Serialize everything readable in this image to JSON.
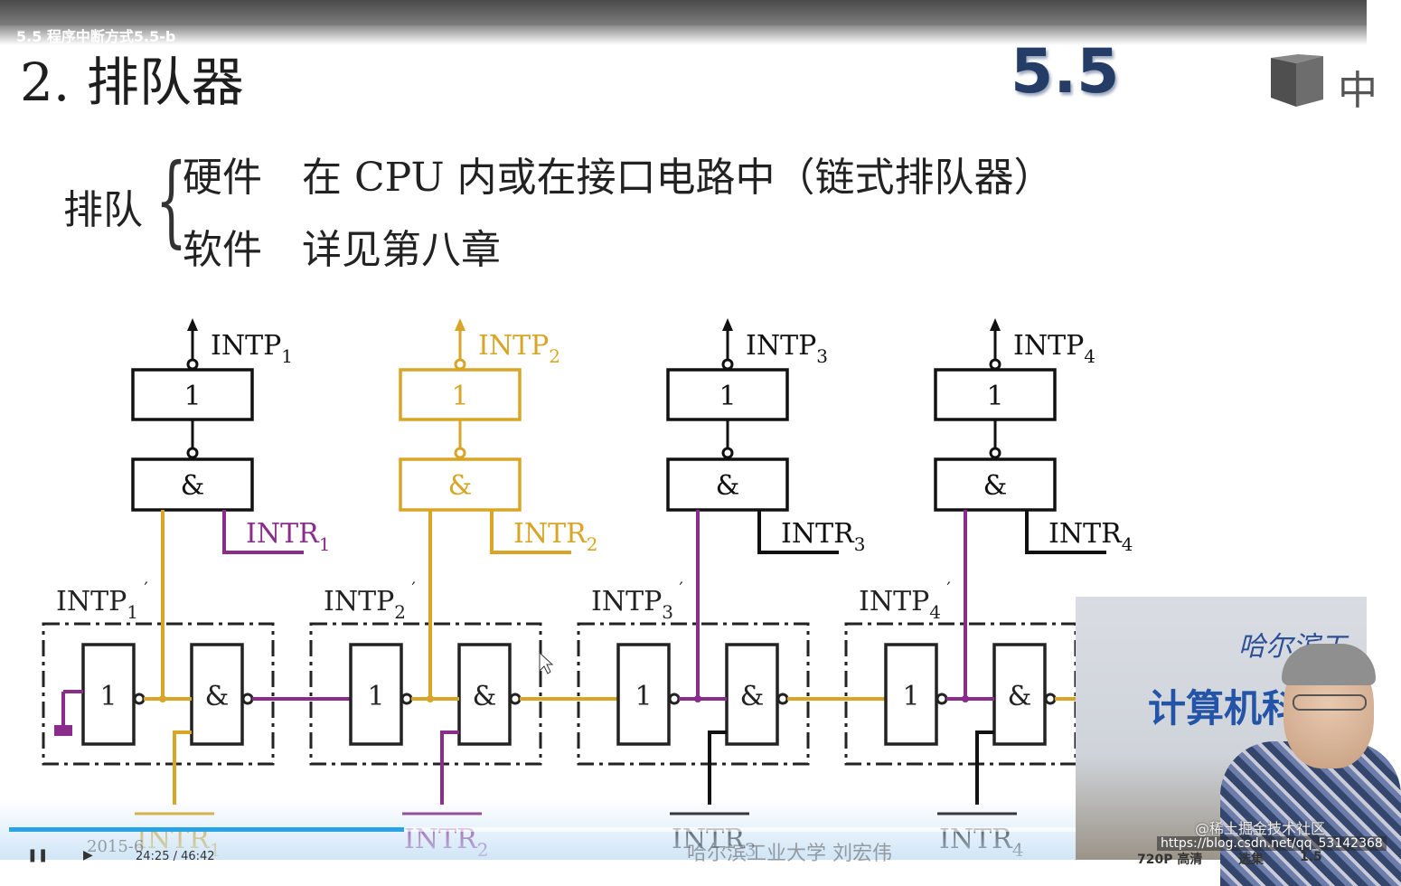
{
  "video": {
    "title": "5.5 程序中断方式5.5-b",
    "progress": 0.37,
    "date_fragment": "2015-6",
    "time_fragment": "24:25 / 46:42",
    "footer_fragment": "哈尔滨工业大学  刘宏伟",
    "quality_fragment": "720P 高清",
    "select_fragment": "选集",
    "speed_fragment": "1.5"
  },
  "slide": {
    "heading": "2. 排队器",
    "section_number": "5.5",
    "logo_text": "中",
    "queue_label": "排队",
    "rows": [
      {
        "kind": "硬件",
        "text": "在 CPU 内或在接口电路中（链式排队器）"
      },
      {
        "kind": "软件",
        "text": "详见第八章"
      }
    ]
  },
  "diagram": {
    "colors": {
      "black": "#111111",
      "gold": "#d9a526",
      "purple": "#8a2c8c"
    },
    "stages": [
      {
        "intp": "INTP",
        "sub": "1",
        "intr": "INTR",
        "intr_sub": "1",
        "intp_prime": "INTP",
        "prime_sub": "1",
        "intr_bottom": "INTR",
        "intr_bottom_sub": "1",
        "top_color": "black",
        "intr_color": "purple",
        "and_out_color": "gold",
        "bottom_color": "gold"
      },
      {
        "intp": "INTP",
        "sub": "2",
        "intr": "INTR",
        "intr_sub": "2",
        "intp_prime": "INTP",
        "prime_sub": "2",
        "intr_bottom": "INTR",
        "intr_bottom_sub": "2",
        "top_color": "gold",
        "intr_color": "gold",
        "and_out_color": "gold",
        "bottom_color": "purple"
      },
      {
        "intp": "INTP",
        "sub": "3",
        "intr": "INTR",
        "intr_sub": "3",
        "intp_prime": "INTP",
        "prime_sub": "3",
        "intr_bottom": "INTR",
        "intr_bottom_sub": "3",
        "top_color": "black",
        "intr_color": "black",
        "and_out_color": "purple",
        "bottom_color": "black"
      },
      {
        "intp": "INTP",
        "sub": "4",
        "intr": "INTR",
        "intr_sub": "4",
        "intp_prime": "INTP",
        "prime_sub": "4",
        "intr_bottom": "INTR",
        "intr_bottom_sub": "4",
        "top_color": "black",
        "intr_color": "black",
        "and_out_color": "purple",
        "bottom_color": "black"
      }
    ],
    "or_gate_label": "1",
    "and_gate_label": "&"
  },
  "presenter": {
    "sign_top": "哈尔滨工",
    "sign_main": "计算机科"
  },
  "overlays": {
    "watermark": "@稀土掘金技术社区",
    "url": "https://blog.csdn.net/qq_53142368"
  }
}
